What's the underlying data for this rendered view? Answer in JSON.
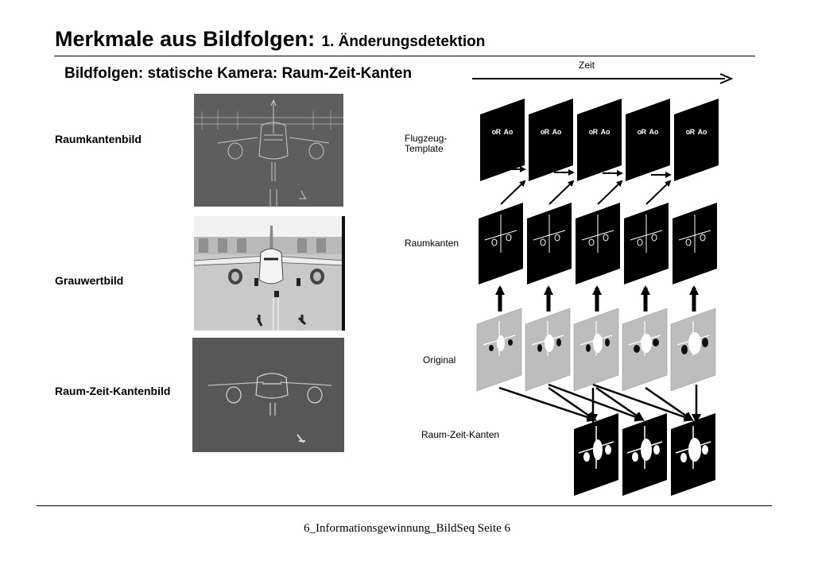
{
  "slide": {
    "title_main": "Merkmale aus Bildfolgen:",
    "title_sub": "1. Änderungsdetektion",
    "subtitle": "Bildfolgen: statische Kamera: Raum-Zeit-Kanten"
  },
  "left_panel": {
    "labels": {
      "spatial_edges": "Raumkantenbild",
      "grayscale": "Grauwertbild",
      "spatiotemporal_edges": "Raum-Zeit-Kantenbild"
    }
  },
  "diagram": {
    "time_label": "Zeit",
    "row_labels": {
      "template_line1": "Flugzeug-",
      "template_line2": "Template",
      "spatial_edges": "Raumkanten",
      "original": "Original",
      "spatiotemporal": "Raum-Zeit-Kanten"
    },
    "colors": {
      "dark_frame": "#000000",
      "light_frame": "#bdbdbd"
    }
  },
  "footer": {
    "text": "6_Informationsgewinnung_BildSeq Seite 6"
  }
}
